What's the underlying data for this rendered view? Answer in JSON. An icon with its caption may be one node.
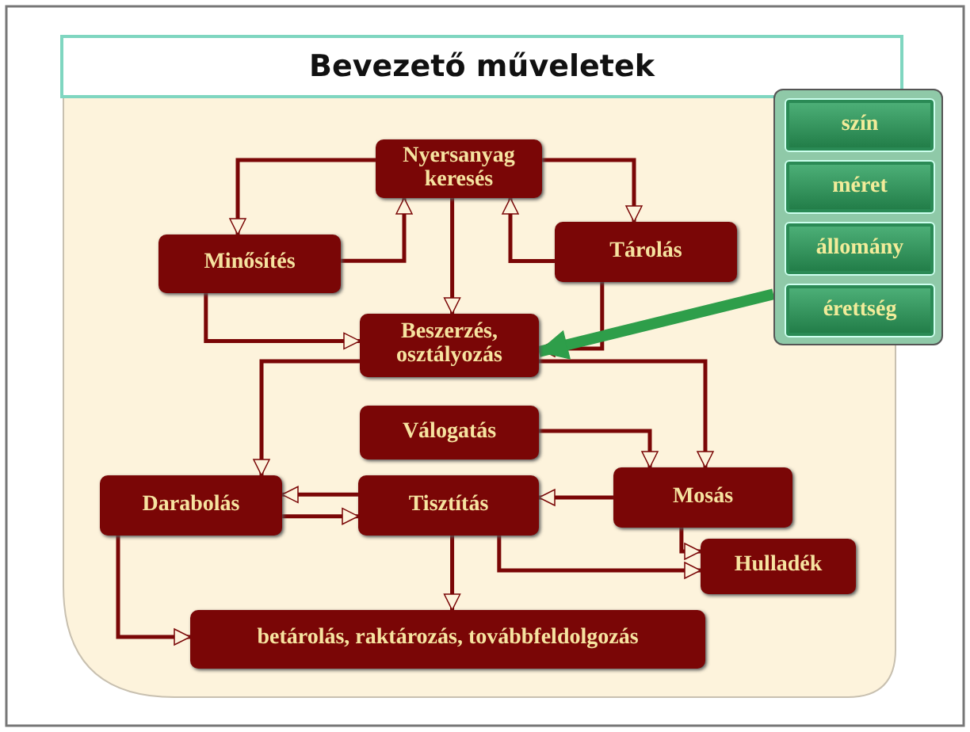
{
  "diagram": {
    "title": "Bevezető műveletek",
    "nodes": [
      {
        "text": [
          "Nyersanyag keresés"
        ]
      },
      {
        "text": [
          "Minősítés"
        ]
      },
      {
        "text": [
          "Tárolás"
        ]
      },
      {
        "text": [
          "Beszerzés, osztályozás"
        ]
      },
      {
        "text": [
          "Válogatás"
        ]
      },
      {
        "text": [
          "Darabolás"
        ]
      },
      {
        "text": [
          "Tisztítás"
        ]
      },
      {
        "text": [
          "Mosás"
        ]
      },
      {
        "text": [
          "Hulladék"
        ]
      },
      {
        "text": [
          "betárolás, raktározás, továbbfeldolgozás"
        ]
      },
      {
        "text": [],
        "shape": "box"
      },
      {
        "text": [
          "szín"
        ],
        "in": 10
      },
      {
        "text": [
          "méret"
        ],
        "in": 10
      },
      {
        "text": [
          "állomány"
        ],
        "in": 10
      },
      {
        "text": [
          "érettség"
        ],
        "in": 10
      }
    ],
    "edges": [
      {
        "from": 0,
        "to": 1,
        "arrow": "to"
      },
      {
        "from": 1,
        "to": 0,
        "arrow": "to"
      },
      {
        "from": 0,
        "to": 2,
        "arrow": "to"
      },
      {
        "from": 2,
        "to": 0,
        "arrow": "to"
      },
      {
        "from": 0,
        "to": 3,
        "arrow": "to"
      },
      {
        "from": 1,
        "to": 3,
        "arrow": "to"
      },
      {
        "from": 2,
        "to": 3,
        "arrow": "to"
      },
      {
        "from": 3,
        "to": 5,
        "arrow": "to"
      },
      {
        "from": 3,
        "to": 7,
        "arrow": "to"
      },
      {
        "from": 4,
        "to": 7,
        "arrow": "to"
      },
      {
        "from": 7,
        "to": 6,
        "arrow": "to"
      },
      {
        "from": 6,
        "to": 5,
        "arrow": "to"
      },
      {
        "from": 5,
        "to": 6,
        "arrow": "to"
      },
      {
        "from": 6,
        "to": 8,
        "arrow": "to"
      },
      {
        "from": 7,
        "to": 8,
        "arrow": "to"
      },
      {
        "from": 6,
        "to": 9,
        "arrow": "to"
      },
      {
        "from": 5,
        "to": 9,
        "arrow": "to"
      },
      {
        "from": 10,
        "to": 3,
        "arrow": "to",
        "style": "thick",
        "color": "#2e9e4a"
      }
    ]
  }
}
